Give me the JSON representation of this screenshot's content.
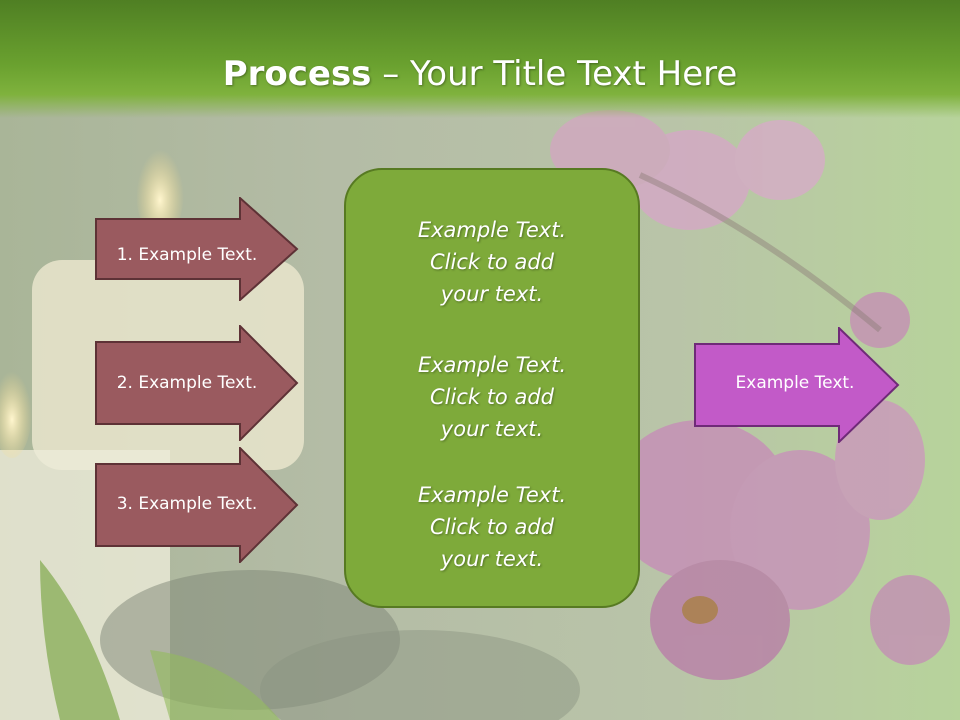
{
  "title": {
    "bold": "Process",
    "rest": " – Your Title Text Here"
  },
  "left_arrows": [
    {
      "label": "1. Example Text."
    },
    {
      "label": "2. Example Text."
    },
    {
      "label": "3. Example Text."
    }
  ],
  "center_items": [
    {
      "text": "Example Text.\nClick  to add\nyour text."
    },
    {
      "text": "Example Text.\nClick  to add\nyour text."
    },
    {
      "text": "Example Text.\nClick  to add\nyour text."
    }
  ],
  "right_arrow": {
    "label": "Example Text."
  },
  "colors": {
    "header_green": "#6aa12f",
    "left_arrow_fill": "#9a5a5f",
    "center_box_fill": "#7eaa3a",
    "right_arrow_fill": "#c25ac8"
  }
}
